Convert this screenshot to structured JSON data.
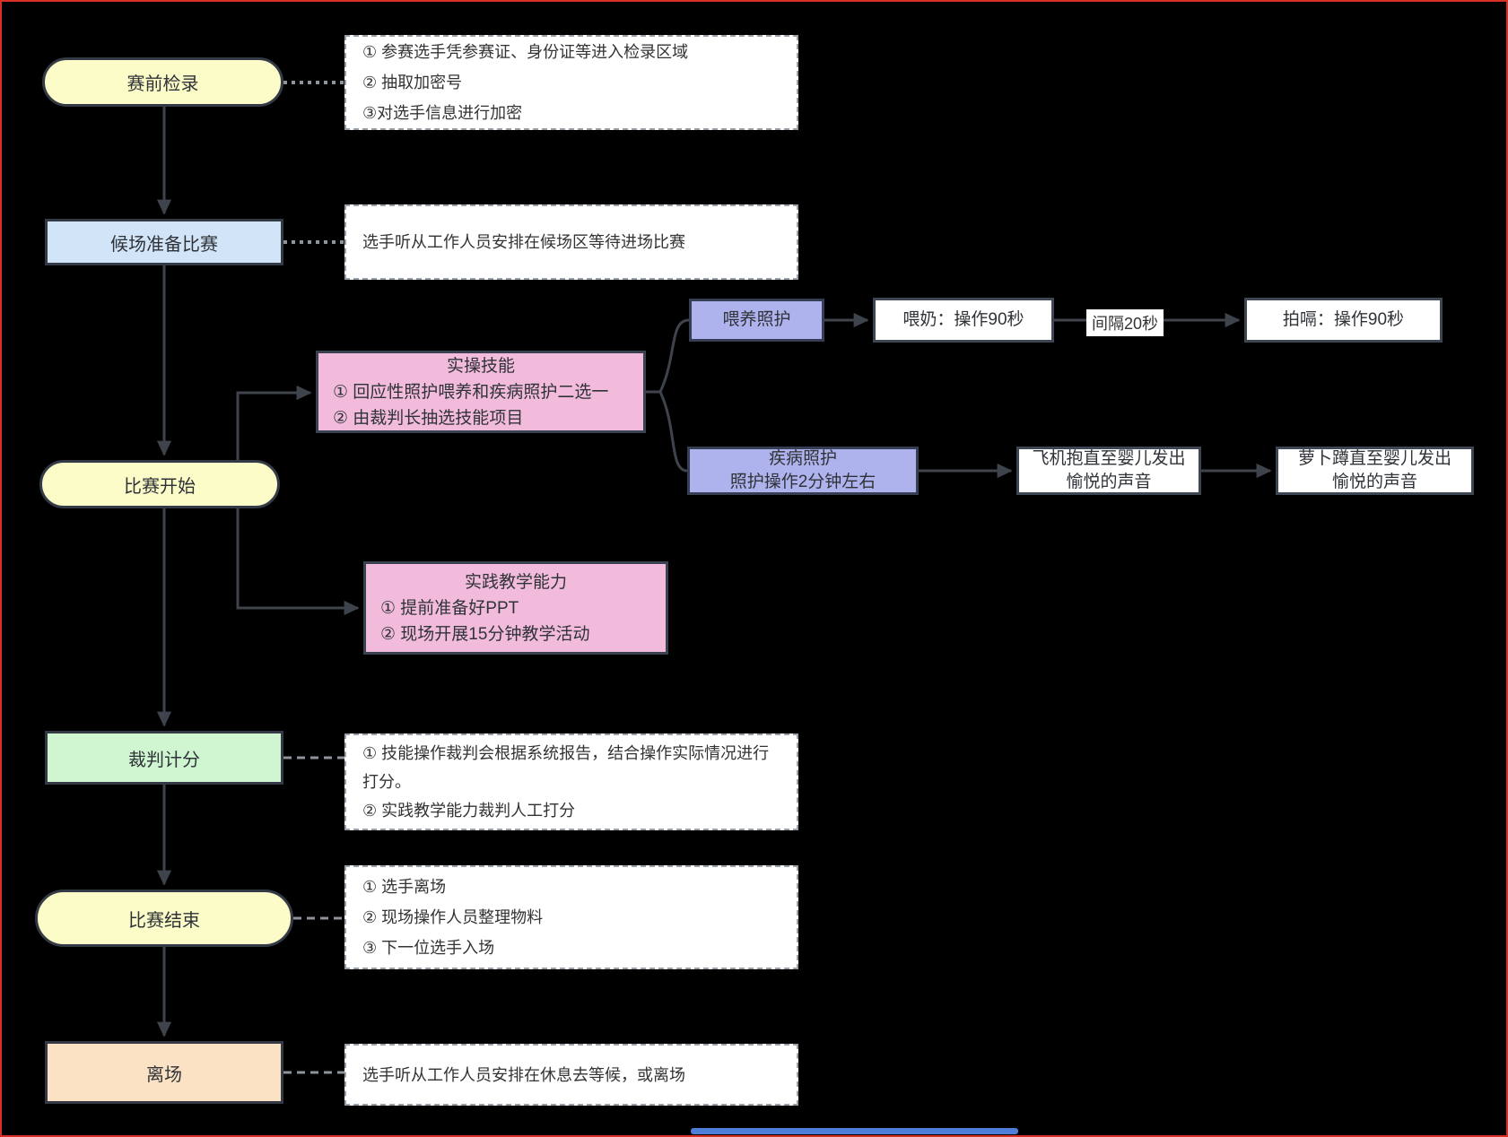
{
  "diagram": {
    "main_flow": [
      {
        "label": "赛前检录"
      },
      {
        "label": "候场准备比赛"
      },
      {
        "label": "比赛开始"
      },
      {
        "label": "裁判计分"
      },
      {
        "label": "比赛结束"
      },
      {
        "label": "离场"
      }
    ],
    "notes": [
      {
        "lines": [
          "① 参赛选手凭参赛证、身份证等进入检录区域",
          "② 抽取加密号",
          "③对选手信息进行加密"
        ]
      },
      {
        "lines": [
          "选手听从工作人员安排在候场区等待进场比赛"
        ]
      },
      {
        "lines": [
          "① 技能操作裁判会根据系统报告，结合操作实际情况进行打分。",
          "② 实践教学能力裁判人工打分"
        ]
      },
      {
        "lines": [
          "① 选手离场",
          "② 现场操作人员整理物料",
          "③ 下一位选手入场"
        ]
      },
      {
        "lines": [
          "选手听从工作人员安排在休息去等候，或离场"
        ]
      }
    ],
    "practical_skill": {
      "title": "实操技能",
      "items": [
        "①  回应性照护喂养和疾病照护二选一",
        "② 由裁判长抽选技能项目"
      ]
    },
    "teaching_ability": {
      "title": "实践教学能力",
      "items": [
        "① 提前准备好PPT",
        "② 现场开展15分钟教学活动"
      ]
    },
    "feeding_branch": {
      "node": "喂养照护",
      "step1": "喂奶：操作90秒",
      "interval_label": "间隔20秒",
      "step2": "拍嗝：操作90秒"
    },
    "disease_branch": {
      "node_title": "疾病照护",
      "node_subtitle": "照护操作2分钟左右",
      "step1_lines": [
        "飞机抱直至婴儿发出",
        "愉悦的声音"
      ],
      "step2_lines": [
        "萝卜蹲直至婴儿发出",
        "愉悦的声音"
      ]
    }
  },
  "colors": {
    "background": "#000000",
    "stage_yellow": "#FCFCC8",
    "stage_blue": "#D2E5F8",
    "stage_green": "#CFF5D1",
    "stage_orange": "#FBE2C4",
    "branch_pink": "#F2BBDC",
    "branch_purple": "#AFB3ED",
    "node_white": "#FFFFFF",
    "node_border_dark": "#3A4150",
    "arrow_line": "#3F444C",
    "connector_gray": "#8D939B",
    "text": "#333333",
    "capture_border_red": "#D93025",
    "scrollbar_blue": "#4D7ED8"
  }
}
